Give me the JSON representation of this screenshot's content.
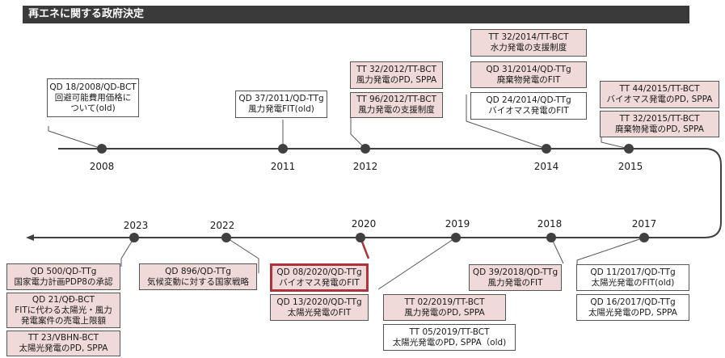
{
  "header": {
    "title": "再エネに関する政府決定"
  },
  "years": {
    "y2008": "2008",
    "y2011": "2011",
    "y2012": "2012",
    "y2014": "2014",
    "y2015": "2015",
    "y2017": "2017",
    "y2018": "2018",
    "y2019": "2019",
    "y2020": "2020",
    "y2022": "2022",
    "y2023": "2023"
  },
  "boxes": {
    "b2008": [
      "QD 18/2008/QD-BCT",
      "回避可能費用価格に",
      "ついて(old)"
    ],
    "b2011": [
      "QD 37/2011/QD-TTg",
      "風力発電FIT(old)"
    ],
    "b2012a": [
      "TT 32/2012/TT-BCT",
      "風力発電のPD, SPPA"
    ],
    "b2012b": [
      "TT 96/2012/TT-BCT",
      "風力発電の支援制度"
    ],
    "b2014a": [
      "TT 32/2014/TT-BCT",
      "水力発電の支援制度"
    ],
    "b2014b": [
      "QD 31/2014/QD-TTg",
      "廃棄物発電のFIT"
    ],
    "b2014c": [
      "QD 24/2014/QD-TTg",
      "バイオマス発電のFIT"
    ],
    "b2015a": [
      "TT 44/2015/TT-BCT",
      "バイオマス発電のPD, SPPA"
    ],
    "b2015b": [
      "TT 32/2015/TT-BCT",
      "廃棄物発電のPD, SPPA"
    ],
    "b2023a": [
      "QD 500/QD-TTg",
      "国家電力計画PDP8の承認"
    ],
    "b2023b": [
      "QD 21/QĐ-BCT",
      "FITに代わる太陽光・風力",
      "発電案件の売電上限額"
    ],
    "b2023c": [
      "TT 23/VBHN-BCT",
      "太陽光発電のPD, SPPA"
    ],
    "b2022": [
      "QD 896/QD-TTg",
      "気候変動に対する国家戦略"
    ],
    "b2020a": [
      "QD 08/2020/QD-TTg",
      "バイオマス発電のFIT"
    ],
    "b2020b": [
      "QD 13/2020/QD-TTg",
      "太陽光発電のFIT"
    ],
    "b2019a": [
      "TT 02/2019/TT-BCT",
      "風力発電のPD, SPPA"
    ],
    "b2019b": [
      "TT 05/2019/TT-BCT",
      "太陽光発電のPD, SPPA（old)"
    ],
    "b2018": [
      "QD 39/2018/QD-TTg",
      "風力発電のFIT"
    ],
    "b2017a": [
      "QD 11/2017/QD-TTg",
      "太陽光発電のFIT(old)"
    ],
    "b2017b": [
      "QD 16/2017/QD-TTg",
      "太陽光発電のPD, SPPA"
    ]
  },
  "colors": {
    "pink": "#f0d9d9",
    "highlight": "#b0323a",
    "header": "#3a3a3a",
    "line": "#404040"
  }
}
